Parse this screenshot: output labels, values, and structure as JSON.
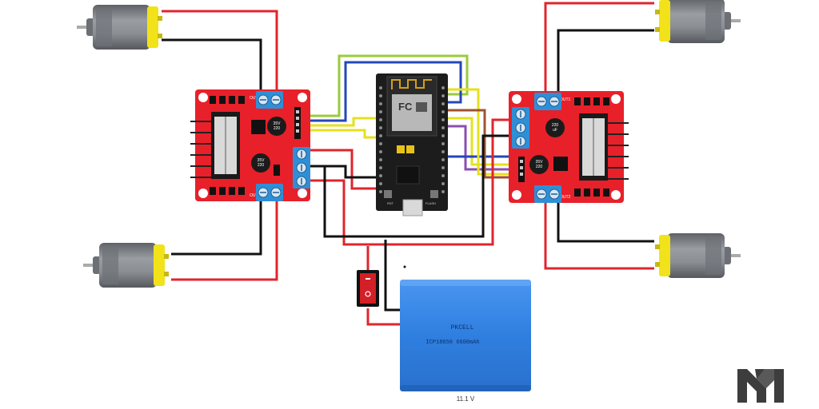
{
  "battery": {
    "brand": "PKCELL",
    "model": "ICP18650 6600mAh",
    "voltage": "11.1 V"
  },
  "esp_board": {
    "shield_text": "FC",
    "left_button": "RST",
    "right_button": "FLASH"
  },
  "driver_labels": {
    "cap_text": [
      "35V",
      "220",
      "uF"
    ],
    "out_left": "OUT1",
    "out_right": "OUT2"
  },
  "colors": {
    "driver_board": "#e8202a",
    "terminal": "#2f8fd6",
    "wire_red": "#e0252c",
    "wire_black": "#111111",
    "wire_yellow": "#e6e01f",
    "wire_green": "#9acb3c",
    "wire_blue": "#2447b8",
    "wire_purple": "#8a4fb0",
    "battery": "#2f7fe0",
    "motor_body": "#7b7f84",
    "motor_cap": "#f2e21a",
    "switch": "#d31f26"
  },
  "logo": {
    "icon": "mn-logo-icon"
  }
}
